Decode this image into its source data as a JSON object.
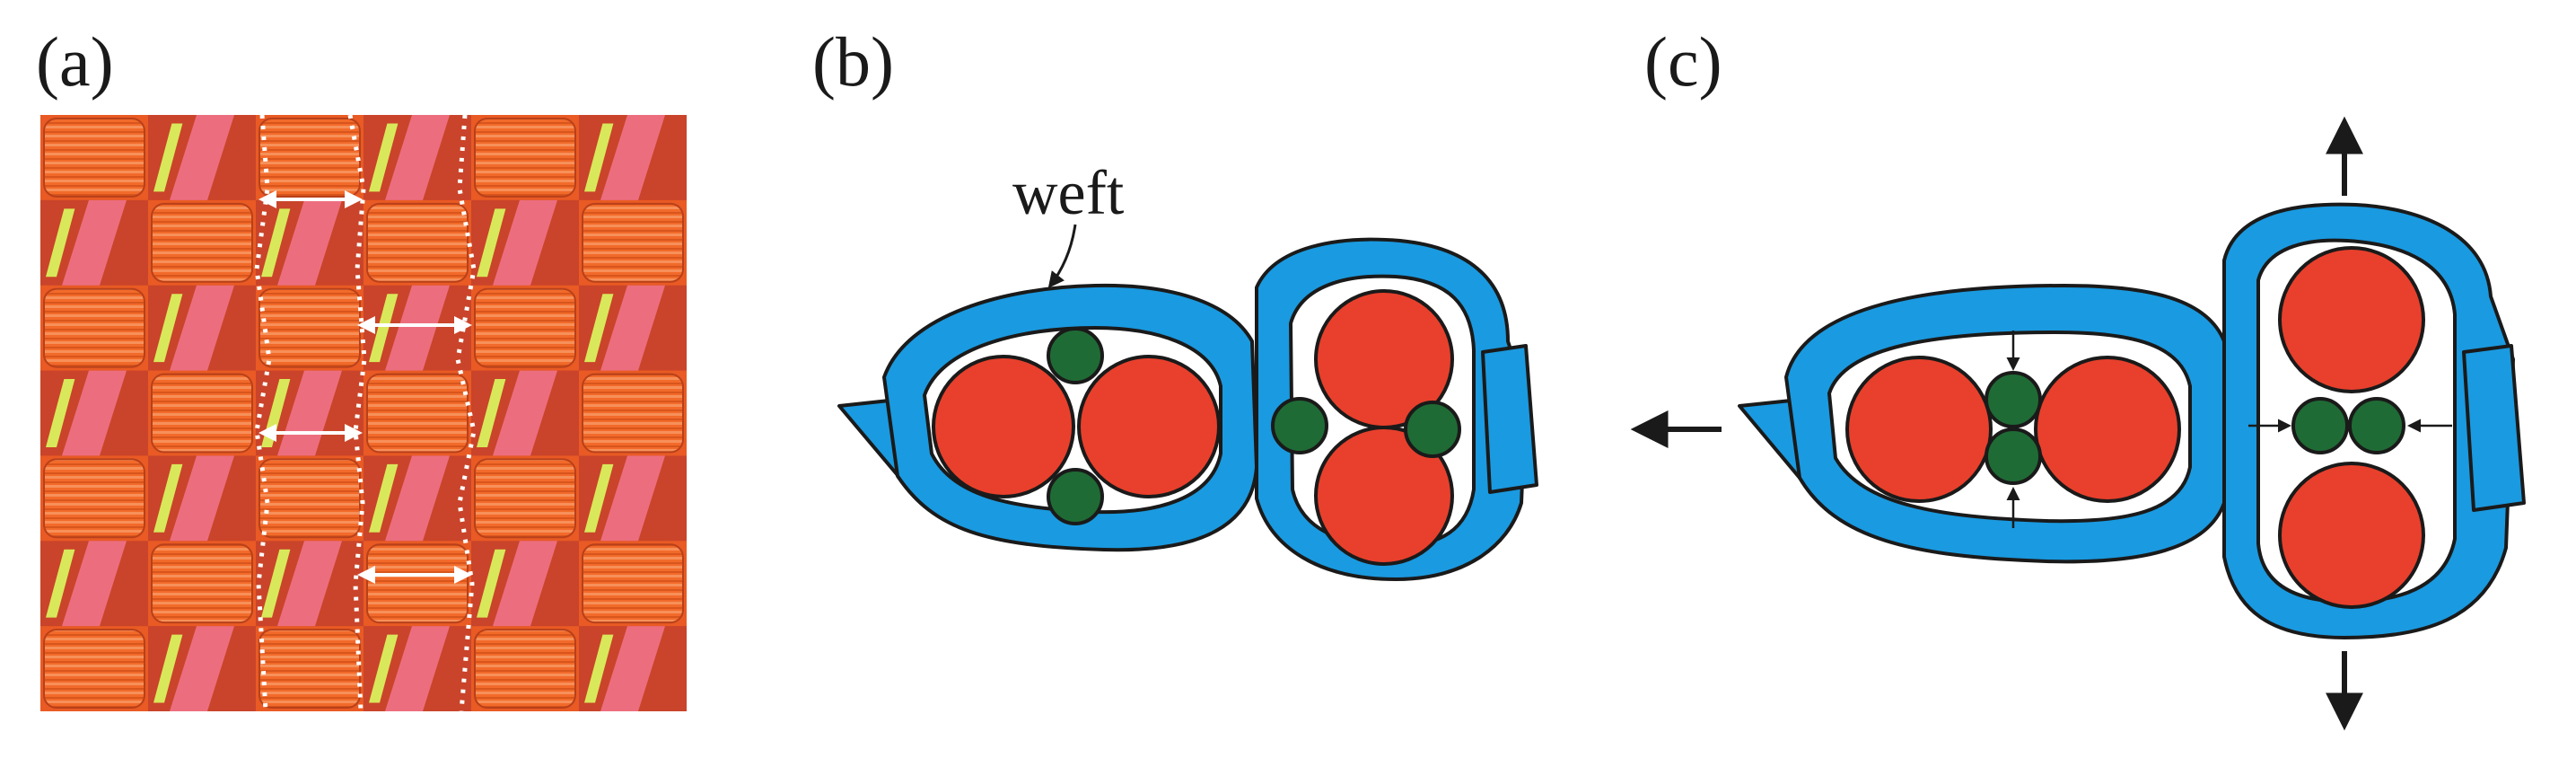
{
  "panels": {
    "a": {
      "label": "(a)"
    },
    "b": {
      "label": "(b)",
      "callout": "weft"
    },
    "c": {
      "label": "(c)"
    }
  },
  "colors": {
    "warp_fiber": "#e8402c",
    "binder_fiber": "#1f6b35",
    "weft_band": "#1a9ae0",
    "fabric_orange": "#f26a2a",
    "fabric_pink": "#ec6e7e",
    "fabric_yellow": "#d9e85a",
    "outline": "#1a1a1a"
  },
  "icons": {
    "load_arrow": "arrow-icon",
    "callout_arrow": "callout-arrow-icon"
  }
}
